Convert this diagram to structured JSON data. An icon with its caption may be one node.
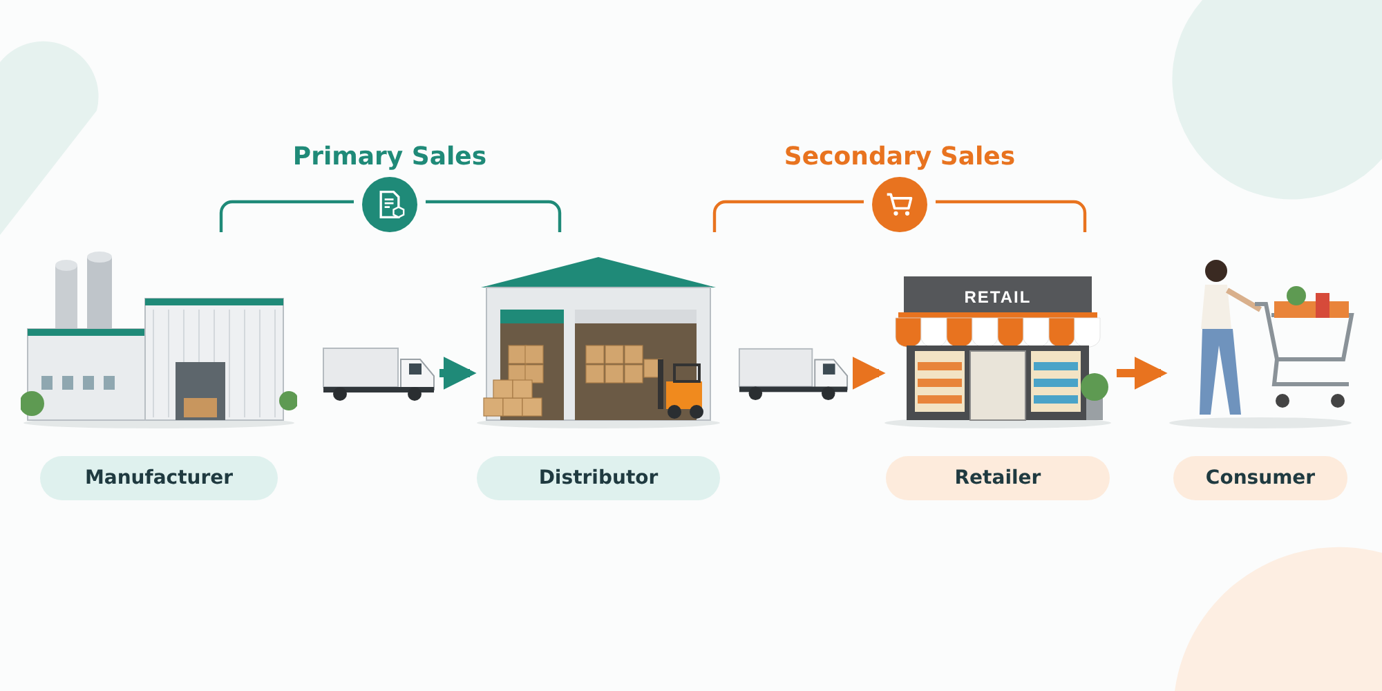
{
  "diagram": {
    "nodes": [
      {
        "text": [
          "Manufacturer"
        ]
      },
      {
        "text": [],
        "shape": "picture"
      },
      {
        "text": [
          "Distributor"
        ]
      },
      {
        "text": [],
        "shape": "picture"
      },
      {
        "text": [
          "Retailer"
        ]
      },
      {
        "text": [
          "Consumer"
        ]
      }
    ],
    "edges": [
      {
        "from": 1,
        "to": 2,
        "arrow": "to",
        "color": "#1f8a78"
      },
      {
        "from": 3,
        "to": 4,
        "arrow": "to"
      },
      {
        "from": 4,
        "to": 5,
        "arrow": "to"
      }
    ],
    "labels": [
      "Primary Sales",
      "Secondary Sales",
      "RETAIL"
    ]
  }
}
